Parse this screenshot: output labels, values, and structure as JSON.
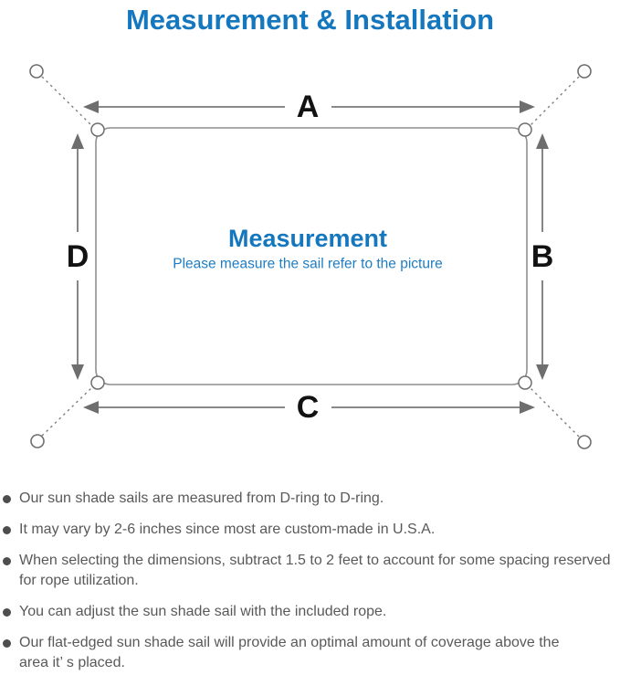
{
  "title": "Measurement & Installation",
  "colors": {
    "accent_blue": "#1577BE",
    "subtitle_blue": "#1E7DC2",
    "dimension_label_black": "#121212",
    "line_gray": "#7d7d7d",
    "note_text_gray": "#595959",
    "bullet_gray": "#4d4d4d"
  },
  "diagram": {
    "side_labels": {
      "top": "A",
      "right": "B",
      "bottom": "C",
      "left": "D"
    },
    "center_title": "Measurement",
    "center_subtitle": "Please measure the sail refer to the picture"
  },
  "notes": {
    "items": [
      "Our sun shade sails are measured from D-ring to D-ring.",
      "It may vary by 2-6 inches since most are custom-made in U.S.A.",
      "When selecting the dimensions, subtract 1.5 to 2 feet to account for some spacing reserved for rope utilization.",
      "You can adjust the sun shade sail with the included rope.",
      "Our flat-edged sun shade sail will provide an optimal amount of coverage above the area it’ s placed."
    ]
  }
}
